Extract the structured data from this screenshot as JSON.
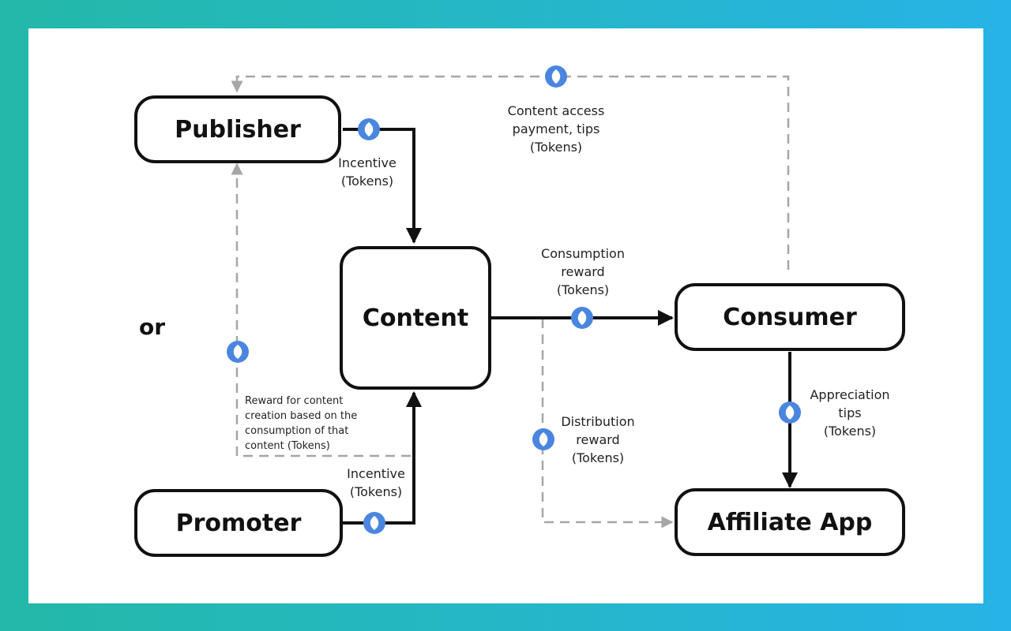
{
  "nodes": {
    "publisher": "Publisher",
    "content": "Content",
    "consumer": "Consumer",
    "promoter": "Promoter",
    "affiliate_app": "Affiliate App"
  },
  "or_text": "or",
  "edges": {
    "publisher_content": [
      "Incentive",
      "(Tokens)"
    ],
    "promoter_content": [
      "Incentive",
      "(Tokens)"
    ],
    "consumption_reward": [
      "Consumption",
      "reward",
      "(Tokens)"
    ],
    "content_access": [
      "Content access",
      "payment, tips",
      "(Tokens)"
    ],
    "appreciation_tips": [
      "Appreciation",
      "tips",
      "(Tokens)"
    ],
    "distribution_reward": [
      "Distribution",
      "reward",
      "(Tokens)"
    ],
    "creation_reward": [
      "Reward for content",
      "creation based on the",
      "consumption of that",
      "content (Tokens)"
    ]
  },
  "colors": {
    "token_icon": "#4a86e0",
    "solid_arrow": "#111111",
    "dashed_arrow": "#a6a6a6",
    "background_left": "#23b8a8",
    "background_right": "#27b3e6"
  },
  "token_icon_name": "token-coin-icon"
}
